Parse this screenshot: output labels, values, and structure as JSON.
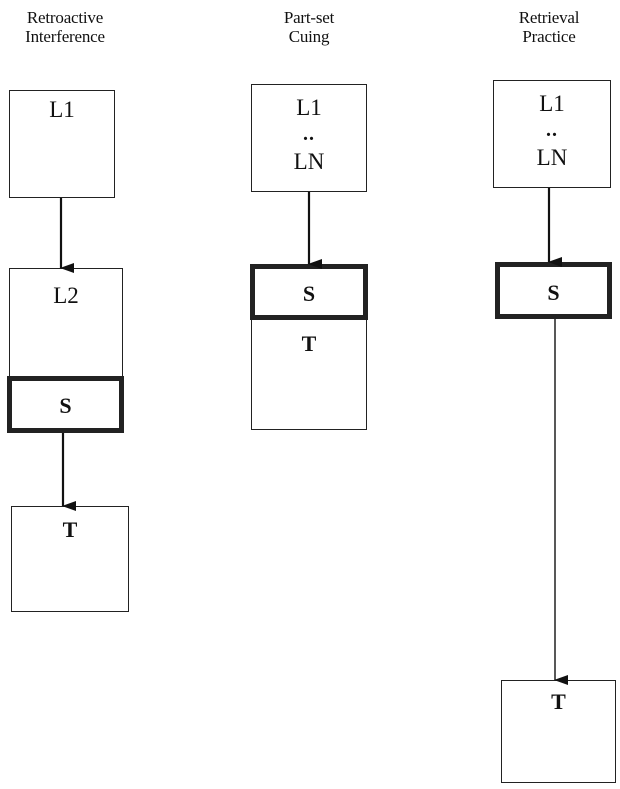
{
  "columns": [
    {
      "heading": "Retroactive\nInterference",
      "first_box": "L1",
      "second_box": "L2",
      "cue_box": "S",
      "target_box": "T"
    },
    {
      "heading": "Part-set\nCuing",
      "first_box_top": "L1",
      "first_box_dots": "..",
      "first_box_bottom": "LN",
      "cue_box": "S",
      "target_box": "T"
    },
    {
      "heading": "Retrieval\nPractice",
      "first_box_top": "L1",
      "first_box_dots": "..",
      "first_box_bottom": "LN",
      "cue_box": "S",
      "target_box": "T"
    }
  ]
}
